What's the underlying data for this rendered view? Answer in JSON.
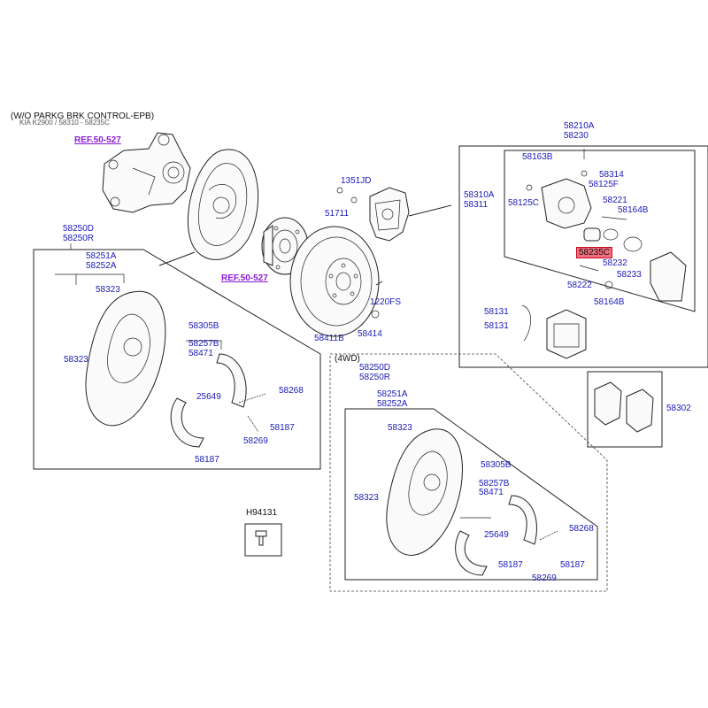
{
  "header": {
    "title": "(W/O PARKG BRK CONTROL-EPB)",
    "subtitle": "KIA K2900 / 58310 - 58235C"
  },
  "refs": {
    "ref_top": "REF.50-527",
    "ref_hub": "REF.50-527"
  },
  "labels": {
    "l1351jd": "1351JD",
    "l51711": "51711",
    "l1220fs": "1220FS",
    "l58414": "58414",
    "l58411b": "58411B",
    "l58250d": "58250D",
    "l58250r": "58250R",
    "l58251a": "58251A",
    "l58252a": "58252A",
    "l58323a": "58323",
    "l58323b": "58323",
    "l58305b": "58305B",
    "l58257b": "58257B",
    "l58471": "58471",
    "l25649": "25649",
    "l58268": "58268",
    "l58187a": "58187",
    "l58269": "58269",
    "l58187b": "58187",
    "l58210a": "58210A",
    "l58230": "58230",
    "l58163b": "58163B",
    "l58314": "58314",
    "l58125f": "58125F",
    "l58310a": "58310A",
    "l58311": "58311",
    "l58125c": "58125C",
    "l58221": "58221",
    "l58164ba": "58164B",
    "l58232": "58232",
    "l58233": "58233",
    "l58222": "58222",
    "l58164bb": "58164B",
    "l58131a": "58131",
    "l58131b": "58131",
    "l58302": "58302",
    "w4wd": "(4WD)",
    "w58250d": "58250D",
    "w58250r": "58250R",
    "w58251a": "58251A",
    "w58252a": "58252A",
    "w58323a": "58323",
    "w58323b": "58323",
    "w58305b": "58305B",
    "w58257b": "58257B",
    "w58471": "58471",
    "w25649": "25649",
    "w58268": "58268",
    "w58187a": "58187",
    "w58187b": "58187",
    "w58269": "58269",
    "h94131": "H94131"
  },
  "highlight": {
    "part": "58235C",
    "color": "#f26d7d"
  },
  "colors": {
    "label": "#1a1ab8",
    "ref": "#8a1bd6",
    "line": "#222222"
  }
}
